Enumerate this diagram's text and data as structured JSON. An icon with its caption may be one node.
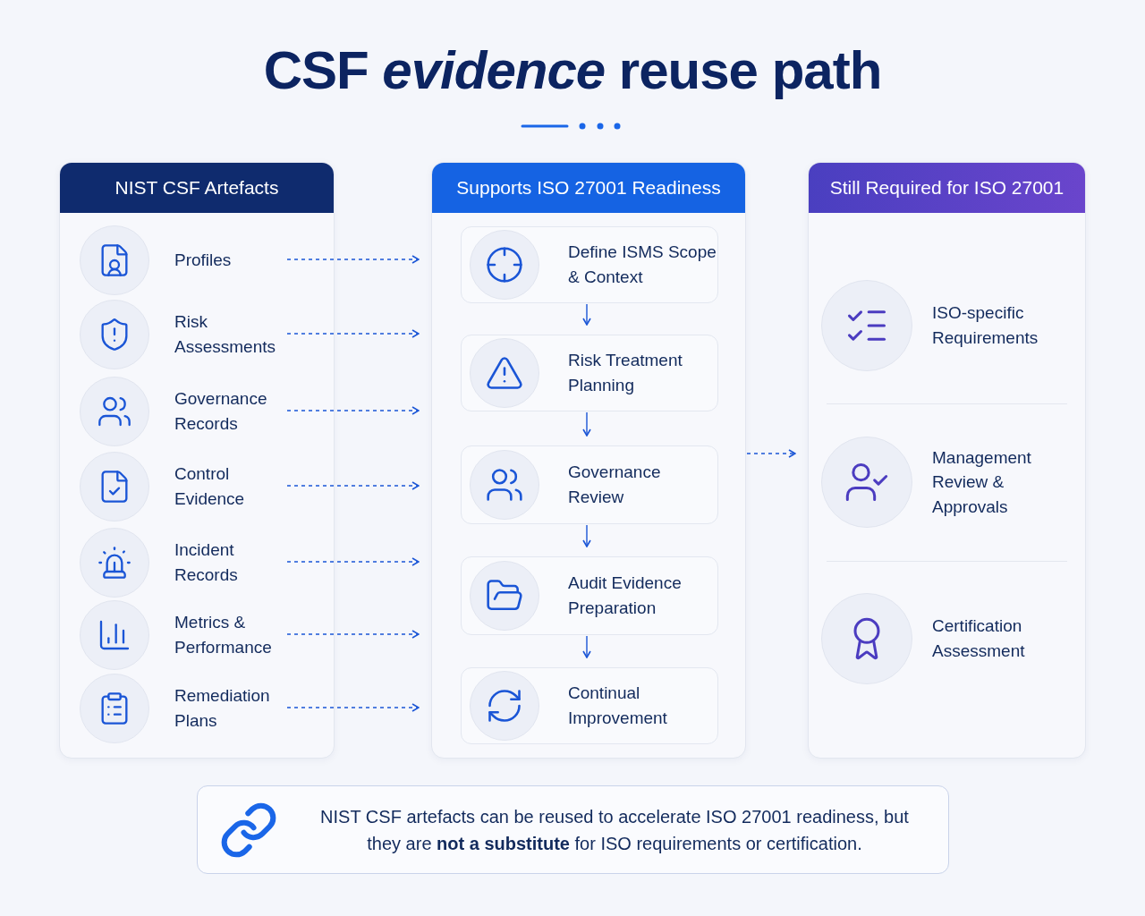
{
  "diagram": {
    "title": "CSF *evidence* reuse path",
    "nodes": [
      {
        "text": [
          "NIST CSF Artefacts"
        ]
      },
      {
        "text": [
          "Profiles"
        ],
        "in": 0
      },
      {
        "text": [
          "Risk Assessments"
        ],
        "in": 0
      },
      {
        "text": [
          "Governance Records"
        ],
        "in": 0
      },
      {
        "text": [
          "Control Evidence"
        ],
        "in": 0
      },
      {
        "text": [
          "Incident Records"
        ],
        "in": 0
      },
      {
        "text": [
          "Metrics & Performance"
        ],
        "in": 0
      },
      {
        "text": [
          "Remediation Plans"
        ],
        "in": 0
      },
      {
        "text": [
          "Supports ISO 27001 Readiness"
        ]
      },
      {
        "text": [
          "Define ISMS Scope & Context"
        ],
        "in": 8
      },
      {
        "text": [
          "Risk Treatment Planning"
        ],
        "in": 8
      },
      {
        "text": [
          "Governance Review"
        ],
        "in": 8
      },
      {
        "text": [
          "Audit Evidence Preparation"
        ],
        "in": 8
      },
      {
        "text": [
          "Continual Improvement"
        ],
        "in": 8
      },
      {
        "text": [
          "Still Required for ISO 27001"
        ]
      },
      {
        "text": [
          "ISO-specific Requirements"
        ],
        "in": 14
      },
      {
        "text": [
          "Management Review & Approvals"
        ],
        "in": 14
      },
      {
        "text": [
          "Certification Assessment"
        ],
        "in": 14
      },
      {
        "text": [
          "NIST CSF artefacts can be reused to accelerate ISO 27001 readiness, but they are **not a substitute** for ISO requirements or certification."
        ]
      }
    ],
    "edges": [
      {
        "from": 1,
        "to": 8,
        "arrow": "to",
        "style": "dashed"
      },
      {
        "from": 2,
        "to": 8,
        "arrow": "to",
        "style": "dashed"
      },
      {
        "from": 3,
        "to": 8,
        "arrow": "to",
        "style": "dashed"
      },
      {
        "from": 4,
        "to": 8,
        "arrow": "to",
        "style": "dashed"
      },
      {
        "from": 5,
        "to": 8,
        "arrow": "to",
        "style": "dashed"
      },
      {
        "from": 6,
        "to": 8,
        "arrow": "to",
        "style": "dashed"
      },
      {
        "from": 7,
        "to": 8,
        "arrow": "to",
        "style": "dashed"
      },
      {
        "from": 9,
        "to": 10,
        "arrow": "to"
      },
      {
        "from": 10,
        "to": 11,
        "arrow": "to"
      },
      {
        "from": 11,
        "to": 12,
        "arrow": "to"
      },
      {
        "from": 12,
        "to": 13,
        "arrow": "to"
      },
      {
        "from": 8,
        "to": 14,
        "arrow": "to",
        "style": "dashed"
      }
    ]
  }
}
